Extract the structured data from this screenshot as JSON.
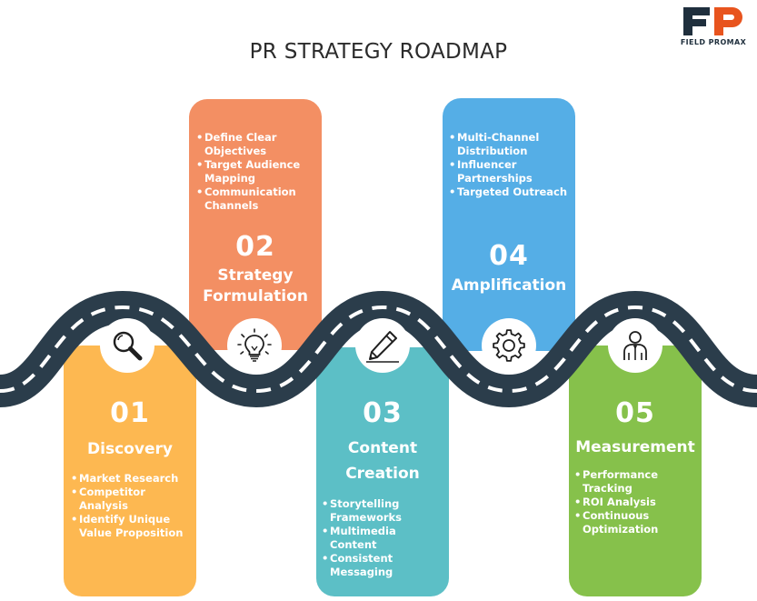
{
  "title": "PR STRATEGY ROADMAP",
  "logo": {
    "mark": "FP",
    "text": "FIELD PROMAX"
  },
  "colors": {
    "road": "#2b3d4b",
    "stripe": "#ffffff",
    "discovery": "#fdb851",
    "strategy": "#f38f63",
    "content": "#5cbfc6",
    "amplification": "#55aee6",
    "measurement": "#86c14b",
    "logo_f": "#1f2f3d",
    "logo_p": "#e8541e"
  },
  "stages": [
    {
      "number": "01",
      "name_lines": [
        "Discovery"
      ],
      "icon": "magnifier-icon",
      "bullets": [
        "Market Research",
        "Competitor Analysis",
        "Identify Unique Value Proposition"
      ]
    },
    {
      "number": "02",
      "name_lines": [
        "Strategy",
        "Formulation"
      ],
      "icon": "lightbulb-icon",
      "bullets": [
        "Define Clear Objectives",
        "Target Audience Mapping",
        "Communication Channels"
      ]
    },
    {
      "number": "03",
      "name_lines": [
        "Content",
        "Creation"
      ],
      "icon": "pencil-icon",
      "bullets": [
        "Storytelling Frameworks",
        "Multimedia Content",
        "Consistent Messaging"
      ]
    },
    {
      "number": "04",
      "name_lines": [
        "Amplification"
      ],
      "icon": "gear-icon",
      "bullets": [
        "Multi-Channel Distribution",
        "Influencer Partnerships",
        "Targeted Outreach"
      ]
    },
    {
      "number": "05",
      "name_lines": [
        "Measurement"
      ],
      "icon": "person-icon",
      "bullets": [
        "Performance Tracking",
        "ROI Analysis",
        "Continuous Optimization"
      ]
    }
  ]
}
